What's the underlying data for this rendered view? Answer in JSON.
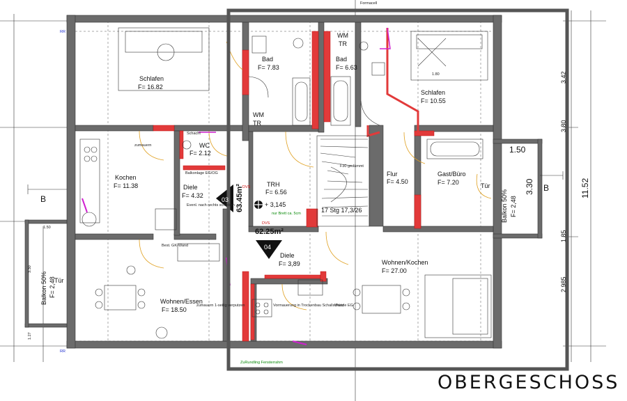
{
  "title": "OBERGESCHOSS",
  "top_label": "Formacell",
  "rooms_left": [
    {
      "name": "Schlafen",
      "area": "F= 16.82"
    },
    {
      "name": "Kochen",
      "area": "F= 11.38"
    },
    {
      "name": "WC",
      "area": "F= 2.12"
    },
    {
      "name": "Diele",
      "area": "F= 4.32"
    },
    {
      "name": "Wohnen/Essen",
      "area": "F= 18.50"
    },
    {
      "name": "Bad",
      "area": "F= 7.83"
    }
  ],
  "rooms_right": [
    {
      "name": "Bad",
      "area": "F= 6.63"
    },
    {
      "name": "Schlafen",
      "area": "F= 10.55"
    },
    {
      "name": "Flur",
      "area": "F= 4.50"
    },
    {
      "name": "Gast/Büro",
      "area": "F= 7.20"
    },
    {
      "name": "Wohnen/Kochen",
      "area": "F= 27.00"
    },
    {
      "name": "Diele",
      "area": "F= 3,89"
    }
  ],
  "center": {
    "trh_name": "TRH",
    "trh_area": "F= 6.56",
    "level": "+ 3,145",
    "stairs": "17 Stg 17,3/26",
    "area_left": "63.45m²",
    "area_right": "62.25m²",
    "unit_left": "03",
    "unit_right": "04",
    "dvs1": "DVS",
    "dvs2": "DVS",
    "f30": "F30 gedämmt",
    "nur_brett": "nur Brett ca. 5cm"
  },
  "notes": {
    "zumauern1": "zumauern",
    "schacht": "Schacht",
    "balkonlage": "Balkonlage EG/OG",
    "evtl": "Evenl. nach rechts schieben",
    "gk_wand": "Best. GK-Wand",
    "zumauern2": "zumauern 1-seitig verputzen",
    "vormauerung": "Vormauerung in Trockenbau Schallschutz",
    "waende_eg": "Wände EG",
    "zuleitung": "ZuRundling Fensterrahm"
  },
  "wm_tr": [
    "WM",
    "TR"
  ],
  "doors": [
    "Tür",
    "Tür"
  ],
  "balconies": [
    {
      "name": "Balkon 50%",
      "area": "F= 2,48"
    },
    {
      "name": "Balkon 50%",
      "area": "F= 2,48"
    }
  ],
  "dims": {
    "d150_right": "1.50",
    "d330_right": "3.30",
    "d1152": "11.52",
    "d150_left": "1.50",
    "d330_left": "3.30",
    "d127": "1.27",
    "d180": "1.80",
    "d342": "3.42",
    "d380": "3.80",
    "d185": "1.85",
    "d2985": "2.985"
  },
  "section_markers": [
    "B",
    "B"
  ],
  "rr": [
    "RR",
    "RR"
  ]
}
